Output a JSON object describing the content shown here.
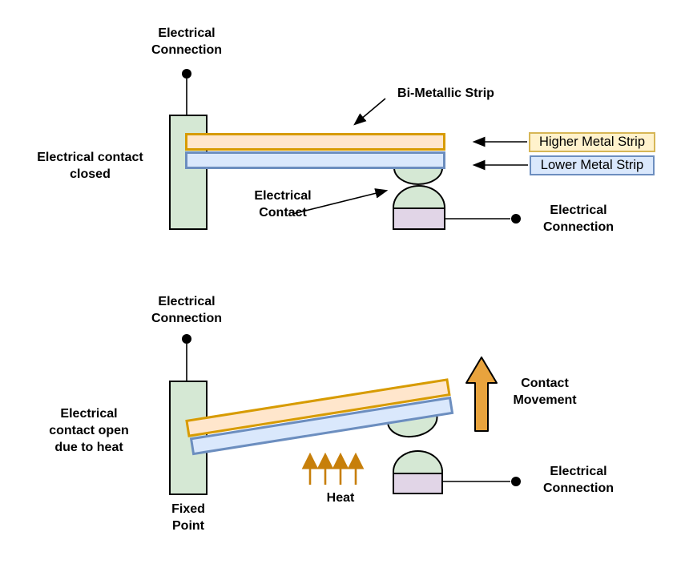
{
  "title": "Bi-metallic strip thermostat diagram",
  "palette": {
    "post_fill": "#d5e8d4",
    "contact_dome_fill": "#d5e8d4",
    "base_fill": "#e1d5e7",
    "strip_orange_fill": "#ffe6cc",
    "strip_orange_stroke": "#d79b00",
    "strip_blue_fill": "#dae8fc",
    "strip_blue_stroke": "#6c8ebf",
    "higher_box_fill": "#fff2cc",
    "higher_box_stroke": "#d6b656",
    "lower_box_fill": "#dae8fc",
    "lower_box_stroke": "#6c8ebf",
    "movement_arrow_fill": "#e8a33d",
    "heat_arrow_color": "#c77f0a",
    "line_color": "#000000"
  },
  "top_diagram": {
    "connection_top_label": "Electrical Connection",
    "state_label": "Electrical contact closed",
    "bimetallic_label": "Bi-Metallic Strip",
    "contact_label": "Electrical Contact",
    "higher_box_label": "Higher Metal Strip",
    "lower_box_label": "Lower Metal Strip",
    "connection_right_label": "Electrical Connection"
  },
  "bottom_diagram": {
    "connection_top_label": "Electrical Connection",
    "state_label": "Electrical contact open due to heat",
    "movement_label": "Contact Movement",
    "heat_label": "Heat",
    "fixed_label": "Fixed Point",
    "connection_right_label": "Electrical Connection"
  }
}
